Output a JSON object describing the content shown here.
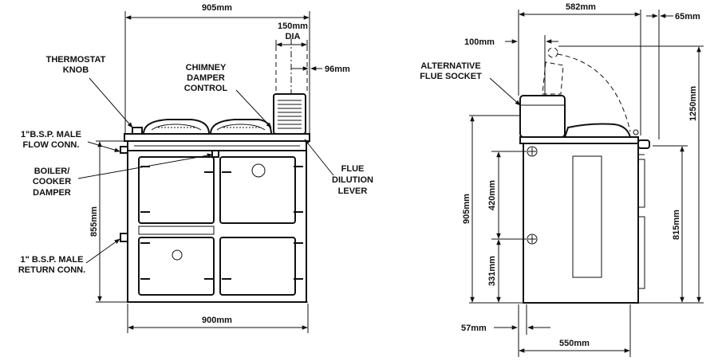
{
  "front_view": {
    "dims": {
      "overall_width": "905mm",
      "flue_dia_value": "150mm",
      "flue_dia_unit": "DIA",
      "flue_offset": "96mm",
      "height": "855mm",
      "base_width": "900mm"
    },
    "labels": {
      "thermostat_line1": "THERMOSTAT",
      "thermostat_line2": "KNOB",
      "chimney_line1": "CHIMNEY",
      "chimney_line2": "DAMPER",
      "chimney_line3": "CONTROL",
      "flow_line1": "1\"B.S.P. MALE",
      "flow_line2": "FLOW CONN.",
      "boiler_line1": "BOILER/",
      "boiler_line2": "COOKER",
      "boiler_line3": "DAMPER",
      "return_line1": "1\" B.S.P. MALE",
      "return_line2": "RETURN CONN.",
      "flue_line1": "FLUE",
      "flue_line2": "DILUTION",
      "flue_line3": "LEVER"
    }
  },
  "side_view": {
    "dims": {
      "depth_top": "582mm",
      "rear_clearance": "65mm",
      "socket_offset": "100mm",
      "flue_height": "1250mm",
      "total_height": "905mm",
      "upper_section": "420mm",
      "lower_section": "331mm",
      "front_height": "815mm",
      "plinth": "57mm",
      "base_depth": "550mm"
    },
    "labels": {
      "alt_flue_line1": "ALTERNATIVE",
      "alt_flue_line2": "FLUE SOCKET"
    }
  }
}
